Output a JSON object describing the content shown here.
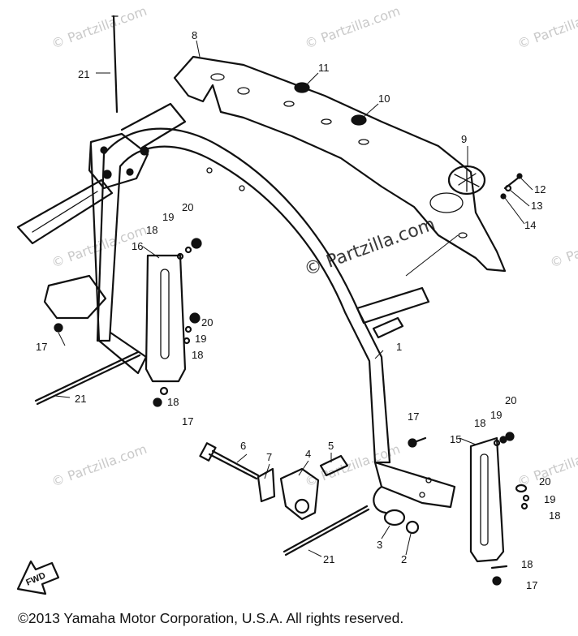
{
  "watermarks": {
    "repeat_text": "© Partzilla.com",
    "center_text": "© Partzilla.com"
  },
  "callouts": {
    "p1": "1",
    "p2": "2",
    "p3": "3",
    "p4": "4",
    "p5": "5",
    "p6": "6",
    "p7": "7",
    "p8": "8",
    "p9": "9",
    "p10": "10",
    "p11": "11",
    "p12": "12",
    "p13": "13",
    "p14": "14",
    "p15": "15",
    "p16": "16",
    "p17a": "17",
    "p17b": "17",
    "p17c": "17",
    "p17d": "17",
    "p18a": "18",
    "p18b": "18",
    "p18c": "18",
    "p18d": "18",
    "p18e": "18",
    "p18f": "18",
    "p19a": "19",
    "p19b": "19",
    "p19c": "19",
    "p19d": "19",
    "p20a": "20",
    "p20b": "20",
    "p20c": "20",
    "p20d": "20",
    "p21a": "21",
    "p21b": "21",
    "p21c": "21"
  },
  "fwd_label": "FWD",
  "copyright": "©2013  Yamaha Motor Corporation, U.S.A. All rights reserved."
}
